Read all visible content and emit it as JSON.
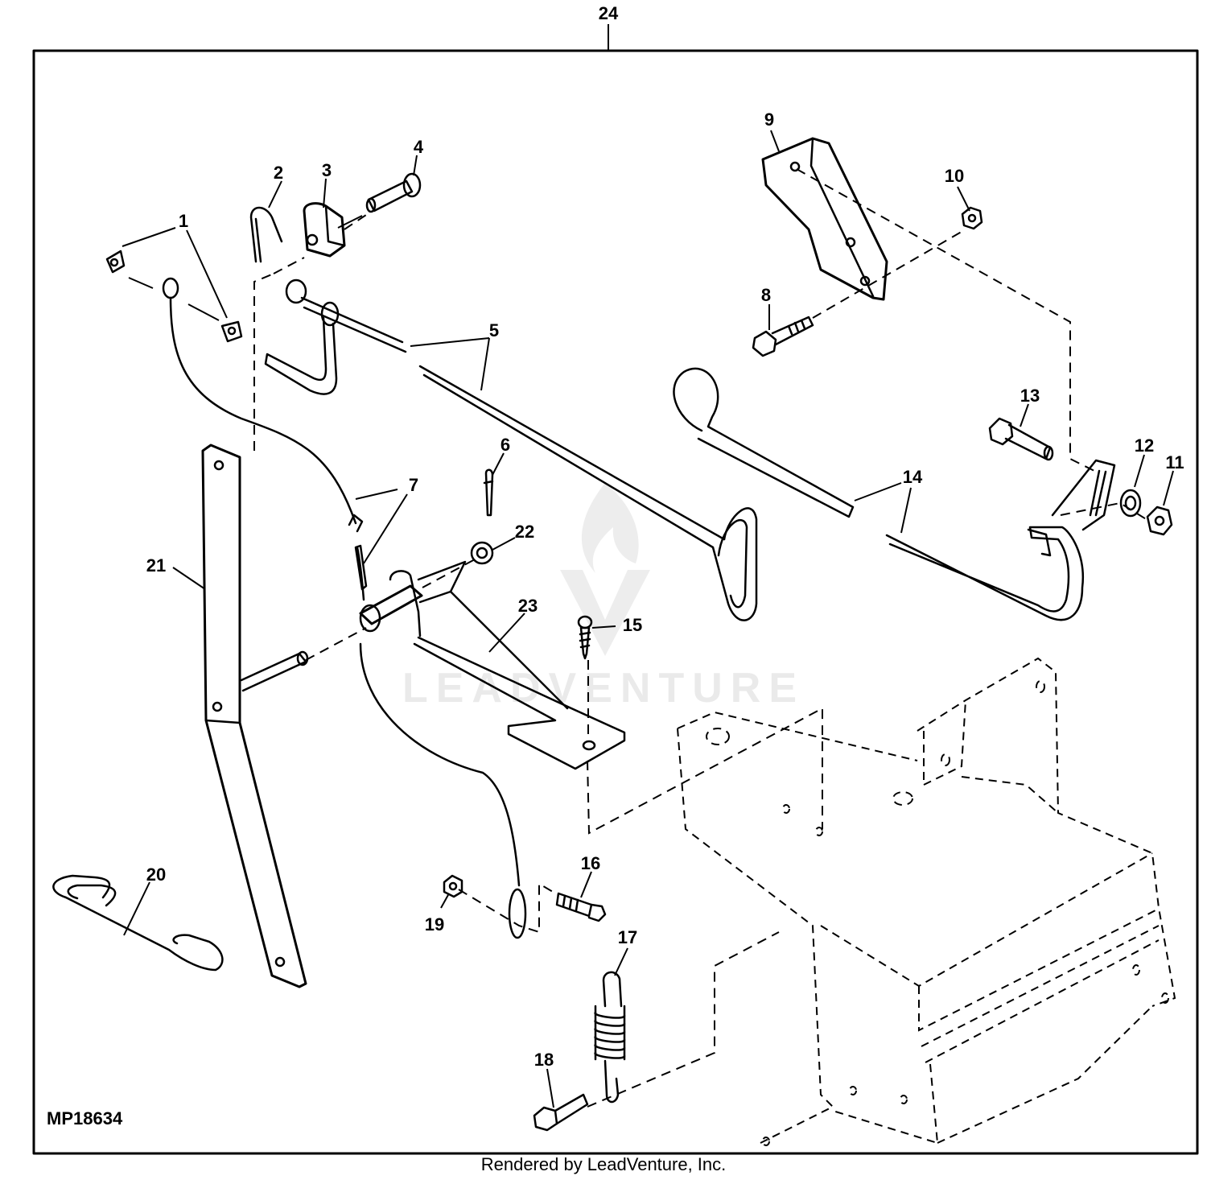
{
  "diagram": {
    "assembly_callout": "24",
    "figure_code": "MP18634",
    "watermark": "LEADVENTURE",
    "footer": "Rendered by LeadVenture, Inc.",
    "callouts": [
      "1",
      "2",
      "3",
      "4",
      "5",
      "6",
      "7",
      "8",
      "9",
      "10",
      "11",
      "12",
      "13",
      "14",
      "15",
      "16",
      "17",
      "18",
      "19",
      "20",
      "21",
      "22",
      "23"
    ]
  }
}
